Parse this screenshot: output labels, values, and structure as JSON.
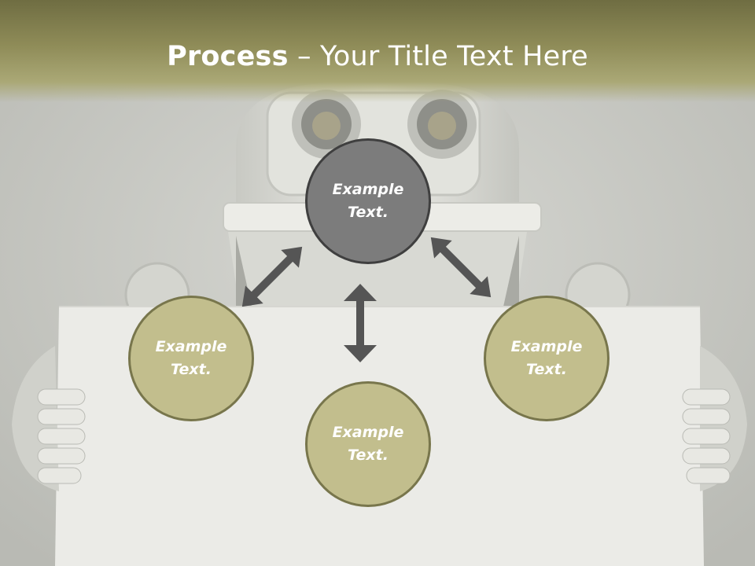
{
  "header": {
    "title_bold": "Process",
    "title_rest": " – Your Title Text Here"
  },
  "diagram": {
    "center": {
      "label": "Example\nText."
    },
    "nodes": [
      {
        "label": "Example\nText."
      },
      {
        "label": "Example\nText."
      },
      {
        "label": "Example\nText."
      }
    ]
  },
  "colors": {
    "banner": "#8f8c58",
    "center_fill": "#7c7c7c",
    "center_border": "#3f3f3f",
    "node_fill": "#c2be8d",
    "node_border": "#78764c",
    "arrow": "#555555"
  }
}
